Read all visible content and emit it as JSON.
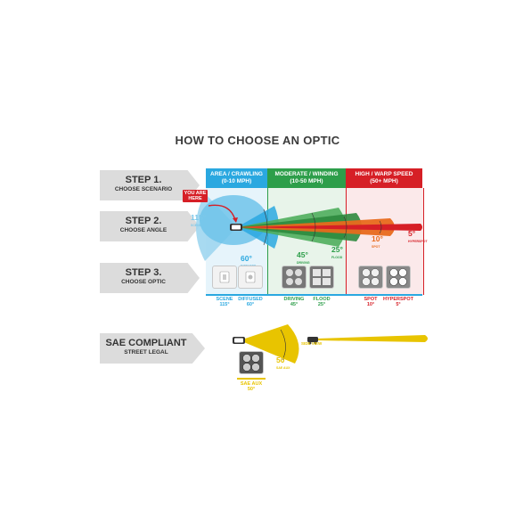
{
  "title": "HOW TO CHOOSE AN OPTIC",
  "steps": [
    {
      "title": "STEP 1.",
      "subtitle": "CHOOSE SCENARIO"
    },
    {
      "title": "STEP 2.",
      "subtitle": "CHOOSE ANGLE"
    },
    {
      "title": "STEP 3.",
      "subtitle": "CHOOSE OPTIC"
    }
  ],
  "sae": {
    "title": "SAE COMPLIANT",
    "subtitle": "STREET LEGAL"
  },
  "scenarios": [
    {
      "line1": "AREA / CRAWLING",
      "line2": "(0-10 MPH)",
      "color": "#2aa8e0"
    },
    {
      "line1": "MODERATE / WINDING",
      "line2": "(10-50 MPH)",
      "color": "#2d9e4a"
    },
    {
      "line1": "HIGH / WARP SPEED",
      "line2": "(50+ MPH)",
      "color": "#d61f26"
    }
  ],
  "you_are_here": {
    "line1": "YOU ARE",
    "line2": "HERE"
  },
  "angles": {
    "scene": {
      "value": "115°",
      "name": "SCENE"
    },
    "diffused": {
      "value": "60°",
      "name": "DIFFUSED"
    },
    "driving": {
      "value": "45°",
      "name": "DRIVING"
    },
    "flood": {
      "value": "25°",
      "name": "FLOOD"
    },
    "spot": {
      "value": "10°",
      "name": "SPOT"
    },
    "hyperspot": {
      "value": "5°",
      "name": "HYPERSPOT"
    },
    "sae_aux": {
      "value": "50°",
      "name": "SAE AUX"
    }
  },
  "optics": [
    {
      "name": "SCENE",
      "angle": "115°",
      "color": "#2aa8e0"
    },
    {
      "name": "DIFFUSED",
      "angle": "60°",
      "color": "#2aa8e0"
    },
    {
      "name": "DRIVING",
      "angle": "45°",
      "color": "#2d9e4a"
    },
    {
      "name": "FLOOD",
      "angle": "25°",
      "color": "#2d9e4a"
    },
    {
      "name": "SPOT",
      "angle": "10°",
      "color": "#d61f26"
    },
    {
      "name": "HYPERSPOT",
      "angle": "5°",
      "color": "#d61f26"
    }
  ],
  "sae_optic": {
    "name": "SAE AUX",
    "angle": "50°",
    "color": "#e8c400"
  },
  "side_view": "SIDE VIEW",
  "colors": {
    "blue": "#2aa8e0",
    "green": "#2d9e4a",
    "red": "#d61f26",
    "orange": "#e86a1c",
    "yellow": "#e8c400",
    "step_gray": "#dcdcdc"
  }
}
